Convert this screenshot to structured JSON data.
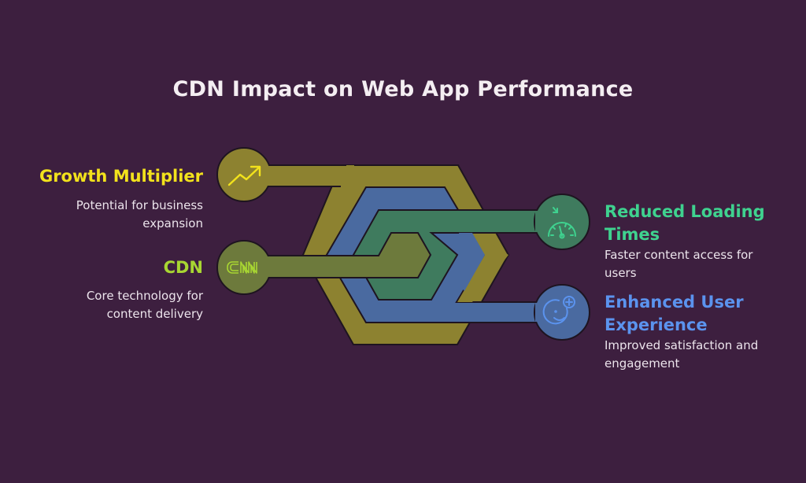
{
  "title": "CDN Impact on Web App Performance",
  "colors": {
    "background": "#3d1f3f",
    "growth": "#8d8230",
    "growth_text": "#f2e21c",
    "cdn": "#6d7a3c",
    "cdn_text": "#a8d632",
    "loading": "#3f7b5e",
    "loading_text": "#3fd28f",
    "experience": "#4a6aa0",
    "experience_text": "#5b93ee"
  },
  "items": [
    {
      "id": "growth",
      "title": "Growth Multiplier",
      "description_lines": [
        "Potential for business",
        "expansion"
      ],
      "icon": "trend-up-icon",
      "side": "left"
    },
    {
      "id": "cdn",
      "title": "CDN",
      "description_lines": [
        "Core technology for",
        "content delivery"
      ],
      "icon": "cnn-logo-icon",
      "side": "left"
    },
    {
      "id": "loading",
      "title_lines": [
        "Reduced Loading",
        "Times"
      ],
      "description_lines": [
        "Faster content access for",
        "users"
      ],
      "icon": "speedometer-icon",
      "side": "right"
    },
    {
      "id": "experience",
      "title_lines": [
        "Enhanced User",
        "Experience"
      ],
      "description_lines": [
        "Improved satisfaction and",
        "engagement"
      ],
      "icon": "smiley-plus-icon",
      "side": "right"
    }
  ]
}
